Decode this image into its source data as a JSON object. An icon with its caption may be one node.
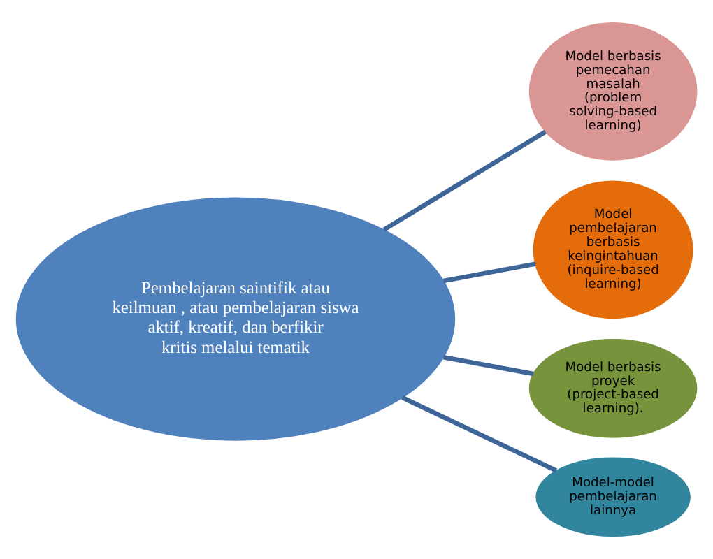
{
  "diagram": {
    "nodes": [
      {
        "text": [
          "Pembelajaran saintifik atau keilmuan , atau pembelajaran siswa aktif, kreatif, dan berfikir kritis melalui tematik"
        ]
      },
      {
        "text": [
          "Model berbasis pemecahan masalah (problem solving-based learning)"
        ]
      },
      {
        "text": [
          "Model pembelajaran berbasis keingintahuan (inquire-based learning)"
        ]
      },
      {
        "text": [
          "Model berbasis proyek (project-based learning)."
        ]
      },
      {
        "text": [
          "Model-model pembelajaran lainnya"
        ]
      }
    ],
    "edges": [
      {
        "from": 0,
        "to": 1,
        "arrow": "none"
      },
      {
        "from": 0,
        "to": 2,
        "arrow": "none"
      },
      {
        "from": 0,
        "to": 3,
        "arrow": "none"
      },
      {
        "from": 0,
        "to": 4,
        "arrow": "none"
      }
    ]
  }
}
